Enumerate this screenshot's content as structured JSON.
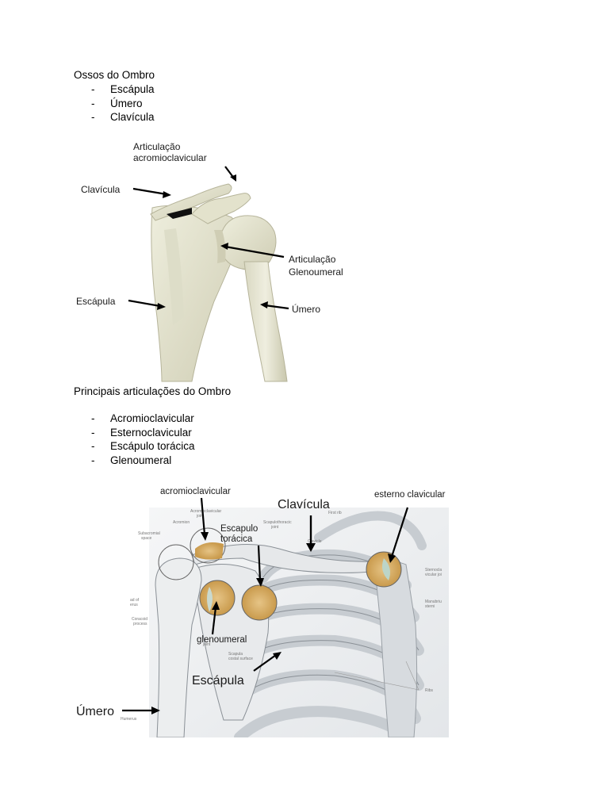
{
  "section1": {
    "title": "Ossos do Ombro",
    "items": [
      "Escápula",
      "Úmero",
      "Clavícula"
    ]
  },
  "figure1": {
    "labels": {
      "art_acromio_line1": "Articulação",
      "art_acromio_line2": "acromioclavicular",
      "clavicula": "Clavícula",
      "art_gleno_line1": "Articulação",
      "art_gleno_line2": "Glenoumeral",
      "escapula": "Escápula",
      "umero": "Úmero"
    }
  },
  "section2": {
    "title": "Principais articulações do Ombro",
    "items": [
      "Acromioclavicular",
      "Esternoclavicular",
      "Escápulo torácica",
      "Glenoumeral"
    ]
  },
  "figure2": {
    "labels": {
      "acromioclavicular": "acromioclavicular",
      "clavicula": "Clavícula",
      "esterno_clavicular": "esterno clavicular",
      "escapulo_toracica_line1": "Escapulo",
      "escapulo_toracica_line2": "torácica",
      "glenoumeral": "glenoumeral",
      "escapula": "Escápula",
      "umero": "Úmero"
    },
    "small_labels": {
      "acromioclavicular_joint_1": "Acromioclavicular",
      "acromioclavicular_joint_2": "joint",
      "acromion": "Acromion",
      "subacromial_1": "Subacromial",
      "subacromial_2": "space",
      "scapulothoracic_1": "Scapulothoracic",
      "scapulothoracic_2": "joint",
      "clavicle": "Clavicle",
      "first_rib": "First rib",
      "head_of_1": "ad of",
      "head_of_2": "erus",
      "coracoid_1": "Coracoid",
      "coracoid_2": "process",
      "glenohumeral_joint": "joint",
      "sternoclavicular_1": "Sternocla",
      "sternoclavicular_2": "vicular joi",
      "manubrium_1": "Manubriu",
      "manubrium_2": "sterni",
      "scapula_costal_1": "Scapula",
      "scapula_costal_2": "costal surface",
      "ribs": "Ribs",
      "humerus": "Humerus"
    }
  }
}
